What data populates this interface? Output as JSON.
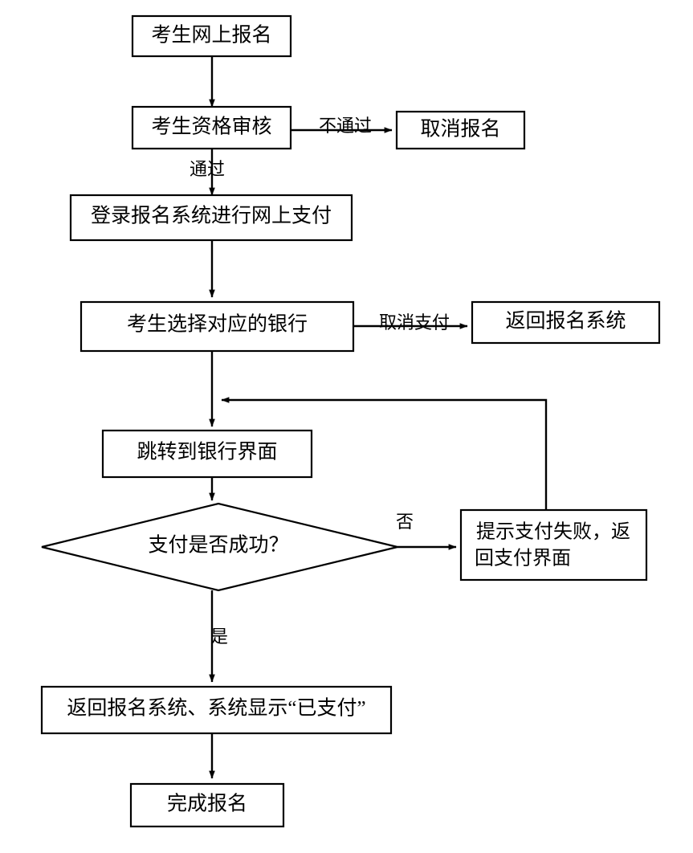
{
  "diagram": {
    "title": "考生网上报名与支付流程图",
    "type": "flowchart",
    "orientation": "top-to-bottom",
    "background_color": "#ffffff",
    "line_color": "#000000",
    "node_fill": "#ffffff",
    "nodes": [
      {
        "id": "n1",
        "shape": "rectangle",
        "label": "考生网上报名"
      },
      {
        "id": "n2",
        "shape": "rectangle",
        "label": "考生资格审核"
      },
      {
        "id": "n3",
        "shape": "rectangle",
        "label": "取消报名"
      },
      {
        "id": "n4",
        "shape": "rectangle",
        "label": "登录报名系统进行网上支付"
      },
      {
        "id": "n5",
        "shape": "rectangle",
        "label": "考生选择对应的银行"
      },
      {
        "id": "n6",
        "shape": "rectangle",
        "label": "返回报名系统"
      },
      {
        "id": "n7",
        "shape": "rectangle",
        "label": "跳转到银行界面"
      },
      {
        "id": "n8",
        "shape": "diamond",
        "label": "支付是否成功？"
      },
      {
        "id": "n9",
        "shape": "rectangle",
        "label_line1": "提示支付失败，返",
        "label_line2": "回支付界面"
      },
      {
        "id": "n10",
        "shape": "rectangle",
        "label": "返回报名系统、系统显示“已支付”"
      },
      {
        "id": "n11",
        "shape": "rectangle",
        "label": "完成报名"
      }
    ],
    "edge_labels": {
      "fail_review": "不通过",
      "pass_review": "通过",
      "cancel_payment": "取消支付",
      "decision_no": "否",
      "decision_yes": "是"
    }
  }
}
